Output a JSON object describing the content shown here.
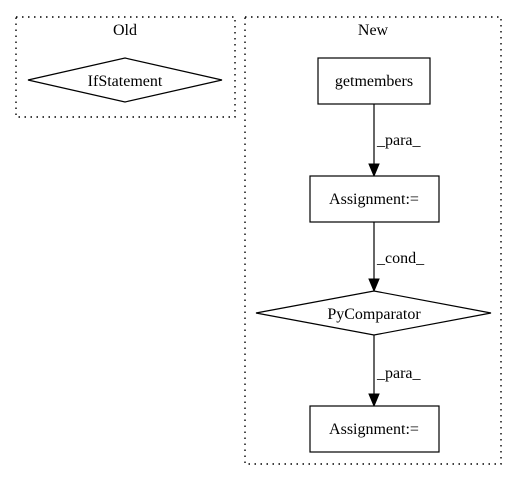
{
  "clusters": {
    "old": {
      "label": "Old"
    },
    "new": {
      "label": "New"
    }
  },
  "nodes": {
    "if_statement": {
      "label": "IfStatement",
      "shape": "diamond"
    },
    "getmembers": {
      "label": "getmembers",
      "shape": "rectangle"
    },
    "assignment_1": {
      "label": "Assignment:=",
      "shape": "rectangle"
    },
    "py_comparator": {
      "label": "PyComparator",
      "shape": "diamond"
    },
    "assignment_2": {
      "label": "Assignment:=",
      "shape": "rectangle"
    }
  },
  "edges": [
    {
      "from": "getmembers",
      "to": "assignment_1",
      "label": "_para_"
    },
    {
      "from": "assignment_1",
      "to": "py_comparator",
      "label": "_cond_"
    },
    {
      "from": "py_comparator",
      "to": "assignment_2",
      "label": "_para_"
    }
  ]
}
